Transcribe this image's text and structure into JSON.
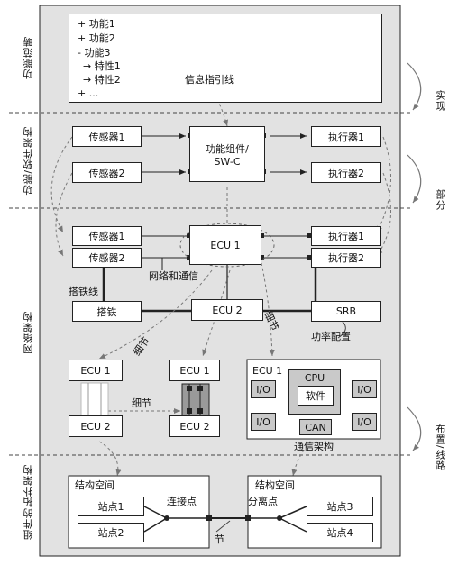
{
  "rows": {
    "row1": "功能范畴",
    "row2": "功能/软件架构",
    "row3": "网络架构",
    "row4": "组件的拓扑架构"
  },
  "side": {
    "impl": "实现",
    "part": "部分",
    "layout": "布置/线路"
  },
  "features": [
    "+ 功能1",
    "+ 功能2",
    "- 功能3",
    "→ 特性1",
    "→ 特性2",
    "+ ..."
  ],
  "info_line": "信息指引线",
  "func": {
    "sensor1": "传感器1",
    "sensor2": "传感器2",
    "component_l1": "功能组件/",
    "component_l2": "SW-C",
    "actuator1": "执行器1",
    "actuator2": "执行器2"
  },
  "net": {
    "sensor1": "传感器1",
    "sensor2": "传感器2",
    "ecu1": "ECU 1",
    "actuator1": "执行器1",
    "actuator2": "执行器2",
    "network_comm": "网络和通信",
    "ground_wire": "搭铁线",
    "ground": "搭铁",
    "ecu2": "ECU 2",
    "srb": "SRB",
    "detail_a": "细节",
    "detail_b": "细节",
    "power_config": "功率配置",
    "detail_c": "细节",
    "ecu1_a": "ECU 1",
    "ecu2_a": "ECU 2",
    "ecu1_b": "ECU 1",
    "ecu2_b": "ECU 2",
    "ecu1_c": "ECU 1",
    "cpu": "CPU",
    "software": "软件",
    "io": "I/O",
    "can": "CAN",
    "comm_arch": "通信架构"
  },
  "topo": {
    "space_left": "结构空间",
    "space_right": "结构空间",
    "station1": "站点1",
    "station2": "站点2",
    "station3": "站点3",
    "station4": "站点4",
    "connect_point": "连接点",
    "split_point": "分离点",
    "node": "节"
  }
}
